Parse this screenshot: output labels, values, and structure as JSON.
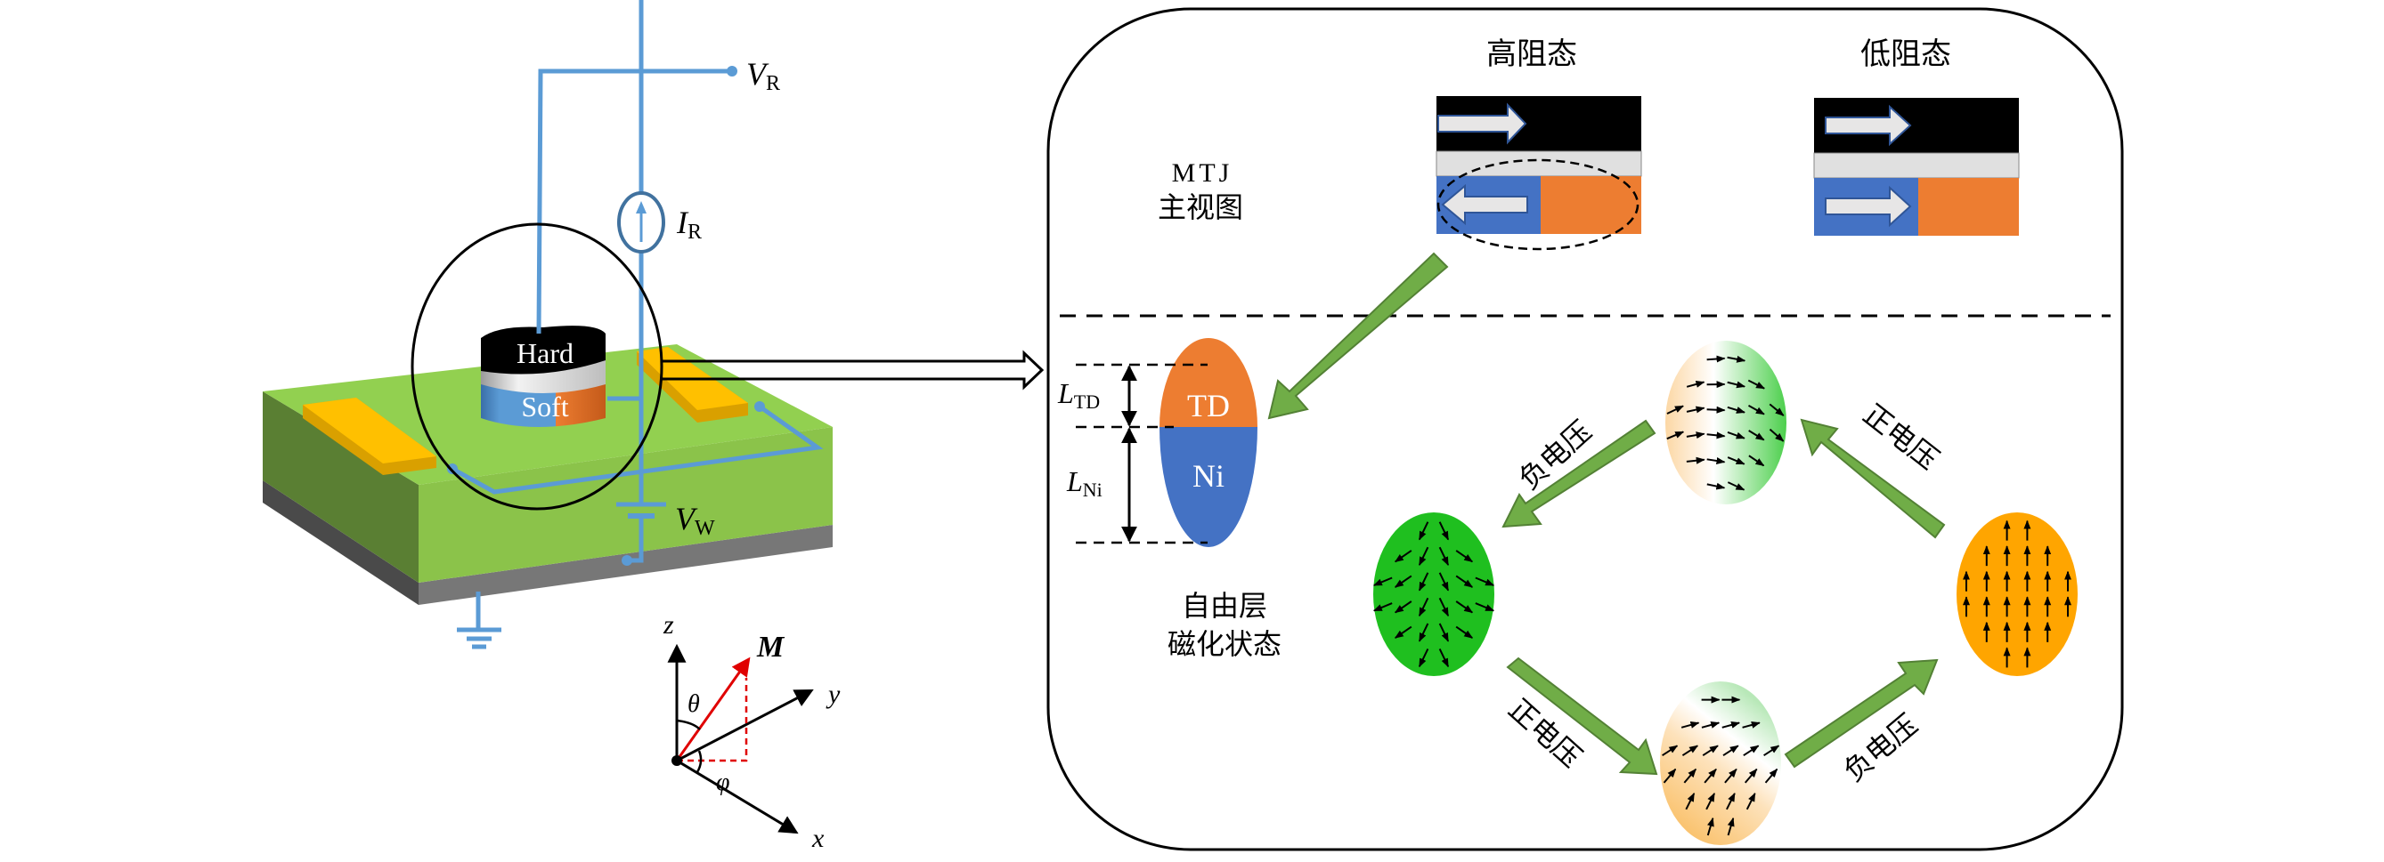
{
  "circuit": {
    "read_voltage": {
      "symbol": "V",
      "subscript": "R"
    },
    "read_current": {
      "symbol": "I",
      "subscript": "R"
    },
    "write_voltage": {
      "symbol": "V",
      "subscript": "W"
    },
    "wire_color": "#5b9bd5"
  },
  "device": {
    "hard_layer_label": "Hard",
    "soft_layer_label": "Soft",
    "colors": {
      "substrate_top": "#92d050",
      "substrate_front": "#8bc34a",
      "substrate_side": "#5a7f33",
      "base_front": "#777777",
      "base_side": "#4a4a4a",
      "electrode": "#ffc000",
      "electrode_edge": "#d9a000",
      "hard": "#000000",
      "spacer": "#d9d9d9",
      "soft_blue": "#5b9bd5",
      "soft_orange": "#ed7d31"
    }
  },
  "axes": {
    "z": "z",
    "y": "y",
    "x": "x",
    "vector": "M",
    "polar_angle": "θ",
    "azimuth_angle": "φ"
  },
  "panel": {
    "mtj_label_line1": "MTJ",
    "mtj_label_line2": "主视图",
    "high_resistance_label": "高阻态",
    "low_resistance_label": "低阻态",
    "free_layer_label_line1": "自由层",
    "free_layer_label_line2": "磁化状态",
    "td_label": "TD",
    "ni_label": "Ni",
    "length_td": {
      "symbol": "L",
      "subscript": "TD"
    },
    "length_ni": {
      "symbol": "L",
      "subscript": "Ni"
    },
    "transitions": {
      "top_left": "负电压",
      "top_right": "正电压",
      "bottom_left": "正电压",
      "bottom_right": "负电压"
    },
    "colors": {
      "arrow_green": "#70ad47",
      "arrow_green_edge": "#538135",
      "state_green": "#1fbf1f",
      "state_orange": "#ffa500",
      "mtj_blue": "#4472c4",
      "mtj_orange": "#ed7d31",
      "mtj_barrier": "#e0e0e0",
      "mtj_arrow_fill": "#e7e6e6",
      "mtj_arrow_edge": "#2f5597"
    }
  }
}
